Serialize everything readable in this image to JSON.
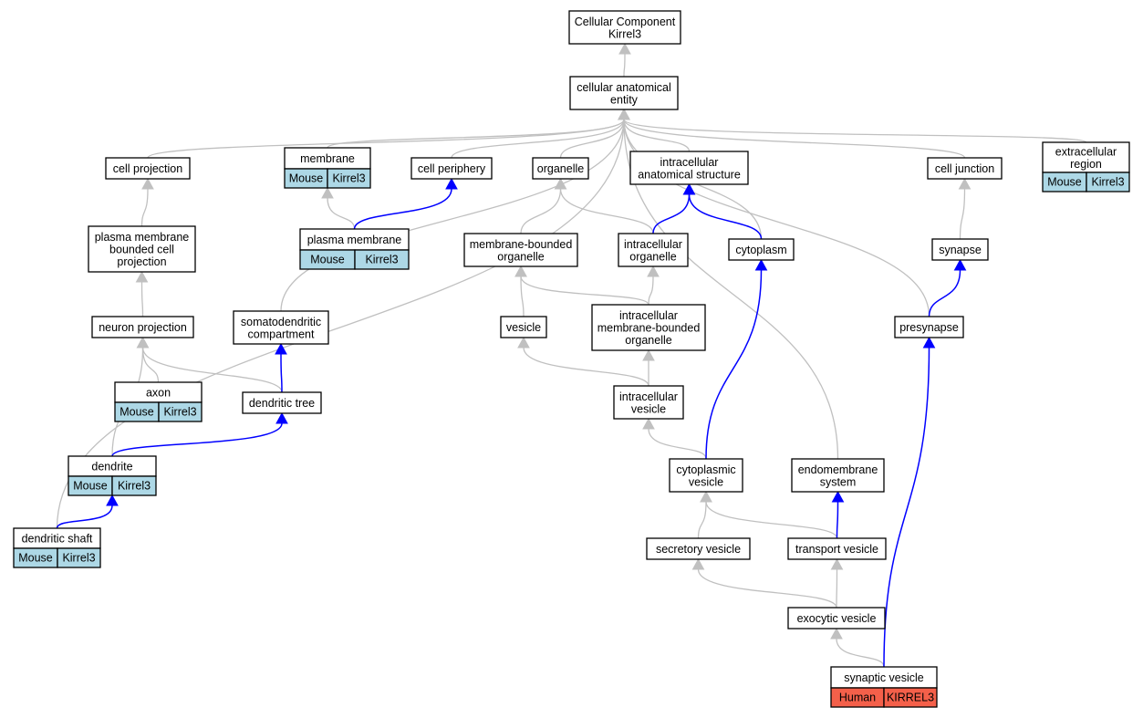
{
  "title_node": {
    "line1": "Cellular Component",
    "line2": "Kirrel3"
  },
  "colors": {
    "gray_edge": "#c0c0c0",
    "blue_edge": "#0000ff",
    "mouse_cell": "#add8e6",
    "human_cell": "#f4604a"
  },
  "nodes": {
    "root": [
      "Cellular Component",
      "Kirrel3"
    ],
    "cae": [
      "cellular anatomical",
      "entity"
    ],
    "cellproj": [
      "cell projection"
    ],
    "membrane": [
      "membrane"
    ],
    "cellper": [
      "cell periphery"
    ],
    "organelle": [
      "organelle"
    ],
    "ias": [
      "intracellular",
      "anatomical structure"
    ],
    "celljunc": [
      "cell junction"
    ],
    "extrareg": [
      "extracellular",
      "region"
    ],
    "pmbcp": [
      "plasma membrane",
      "bounded cell",
      "projection"
    ],
    "plasmamem": [
      "plasma membrane"
    ],
    "mbo": [
      "membrane-bounded",
      "organelle"
    ],
    "intorg": [
      "intracellular",
      "organelle"
    ],
    "cytoplasm": [
      "cytoplasm"
    ],
    "synapse": [
      "synapse"
    ],
    "neuronproj": [
      "neuron projection"
    ],
    "somato": [
      "somatodendritic",
      "compartment"
    ],
    "vesicle": [
      "vesicle"
    ],
    "imbo": [
      "intracellular",
      "membrane-bounded",
      "organelle"
    ],
    "presynapse": [
      "presynapse"
    ],
    "axon": [
      "axon"
    ],
    "dendtree": [
      "dendritic tree"
    ],
    "intves": [
      "intracellular",
      "vesicle"
    ],
    "dendrite": [
      "dendrite"
    ],
    "cytoves": [
      "cytoplasmic",
      "vesicle"
    ],
    "endomem": [
      "endomembrane",
      "system"
    ],
    "dendshaft": [
      "dendritic shaft"
    ],
    "secves": [
      "secretory vesicle"
    ],
    "transves": [
      "transport vesicle"
    ],
    "exoves": [
      "exocytic vesicle"
    ],
    "synves": [
      "synaptic vesicle"
    ]
  },
  "annotations": {
    "membrane": [
      "Mouse",
      "Kirrel3"
    ],
    "extrareg": [
      "Mouse",
      "Kirrel3"
    ],
    "plasmamem": [
      "Mouse",
      "Kirrel3"
    ],
    "axon": [
      "Mouse",
      "Kirrel3"
    ],
    "dendrite": [
      "Mouse",
      "Kirrel3"
    ],
    "dendshaft": [
      "Mouse",
      "Kirrel3"
    ],
    "synves": [
      "Human",
      "KIRREL3"
    ]
  },
  "edges": [
    [
      "cae",
      "root",
      "gray"
    ],
    [
      "cellproj",
      "cae",
      "gray"
    ],
    [
      "membrane",
      "cae",
      "gray"
    ],
    [
      "cellper",
      "cae",
      "gray"
    ],
    [
      "organelle",
      "cae",
      "gray"
    ],
    [
      "ias",
      "cae",
      "gray"
    ],
    [
      "celljunc",
      "cae",
      "gray"
    ],
    [
      "extrareg",
      "cae",
      "gray"
    ],
    [
      "somato",
      "cae",
      "gray"
    ],
    [
      "cytoplasm",
      "cae",
      "gray"
    ],
    [
      "endomem",
      "cae",
      "gray"
    ],
    [
      "presynapse",
      "cae",
      "gray"
    ],
    [
      "dendshaft",
      "cae",
      "gray"
    ],
    [
      "pmbcp",
      "cellproj",
      "gray"
    ],
    [
      "plasmamem",
      "membrane",
      "gray"
    ],
    [
      "plasmamem",
      "cellper",
      "blue"
    ],
    [
      "mbo",
      "organelle",
      "gray"
    ],
    [
      "intorg",
      "organelle",
      "gray"
    ],
    [
      "intorg",
      "ias",
      "blue"
    ],
    [
      "cytoplasm",
      "ias",
      "blue"
    ],
    [
      "synapse",
      "celljunc",
      "gray"
    ],
    [
      "neuronproj",
      "pmbcp",
      "gray"
    ],
    [
      "vesicle",
      "mbo",
      "gray"
    ],
    [
      "imbo",
      "mbo",
      "gray"
    ],
    [
      "imbo",
      "intorg",
      "gray"
    ],
    [
      "presynapse",
      "synapse",
      "blue"
    ],
    [
      "axon",
      "neuronproj",
      "gray"
    ],
    [
      "dendtree",
      "neuronproj",
      "gray"
    ],
    [
      "dendtree",
      "somato",
      "blue"
    ],
    [
      "intves",
      "vesicle",
      "gray"
    ],
    [
      "intves",
      "imbo",
      "gray"
    ],
    [
      "dendrite",
      "neuronproj",
      "gray"
    ],
    [
      "dendrite",
      "dendtree",
      "blue"
    ],
    [
      "cytoves",
      "intves",
      "gray"
    ],
    [
      "cytoves",
      "cytoplasm",
      "blue"
    ],
    [
      "dendshaft",
      "dendrite",
      "blue"
    ],
    [
      "secves",
      "cytoves",
      "gray"
    ],
    [
      "transves",
      "cytoves",
      "gray"
    ],
    [
      "transves",
      "endomem",
      "blue"
    ],
    [
      "exoves",
      "secves",
      "gray"
    ],
    [
      "exoves",
      "transves",
      "gray"
    ],
    [
      "synves",
      "exoves",
      "gray"
    ],
    [
      "synves",
      "presynapse",
      "blue"
    ]
  ]
}
